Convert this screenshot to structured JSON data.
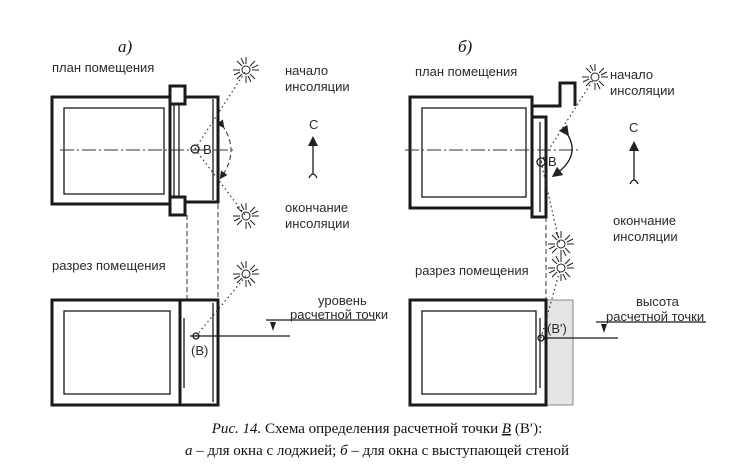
{
  "panels": {
    "a": {
      "label": "а)",
      "plan_title": "план помещения",
      "start_label": [
        "начало",
        "инсоляции"
      ],
      "end_label": [
        "окончание",
        "инсоляции"
      ],
      "point": "В",
      "north": "С",
      "section_title": "разрез помещения",
      "section_point": "(В)",
      "level_label": [
        "уровень",
        "расчетной точки"
      ]
    },
    "b": {
      "label": "б)",
      "plan_title": "план помещения",
      "start_label": [
        "начало",
        "инсоляции"
      ],
      "end_label": [
        "окончание",
        "инсоляции"
      ],
      "point": "В",
      "north": "С",
      "section_title": "разрез помещения",
      "section_point": "(В')",
      "height_label": [
        "высота",
        "расчетной точки"
      ]
    }
  },
  "caption": {
    "line1_prefix": "Рис. 14.",
    "line1_text": " Схема определения расчетной точки ",
    "line1_point": "В",
    "line1_paren": " (В′):",
    "line2_a": "а",
    "line2_a_text": " – для окна с лоджией; ",
    "line2_b": "б",
    "line2_b_text": " – для окна с выступающей стеной"
  },
  "colors": {
    "line": "#1a1a1a",
    "shade": "#e4e4e4"
  },
  "icons": [
    "sun-icon",
    "north-arrow-icon"
  ]
}
